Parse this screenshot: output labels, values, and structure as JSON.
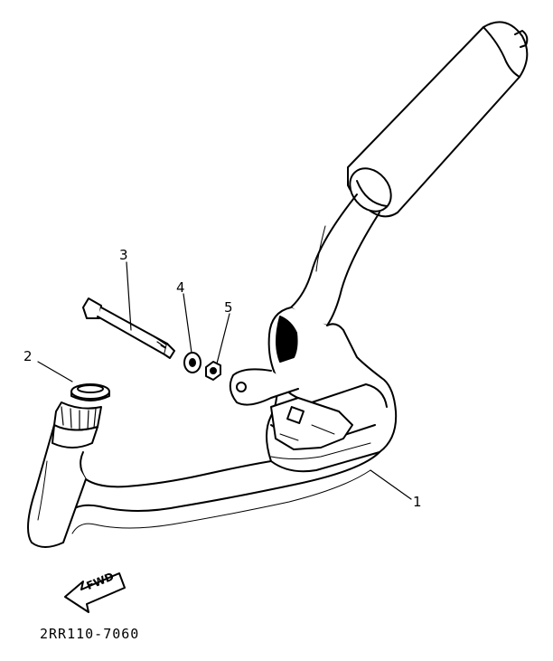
{
  "callouts": [
    {
      "id": "1",
      "label": "1"
    },
    {
      "id": "2",
      "label": "2"
    },
    {
      "id": "3",
      "label": "3"
    },
    {
      "id": "4",
      "label": "4"
    },
    {
      "id": "5",
      "label": "5"
    }
  ],
  "fwd_label": "FWD",
  "part_number": "2RR110-7060",
  "colors": {
    "ink": "#000000",
    "paper": "#ffffff"
  }
}
